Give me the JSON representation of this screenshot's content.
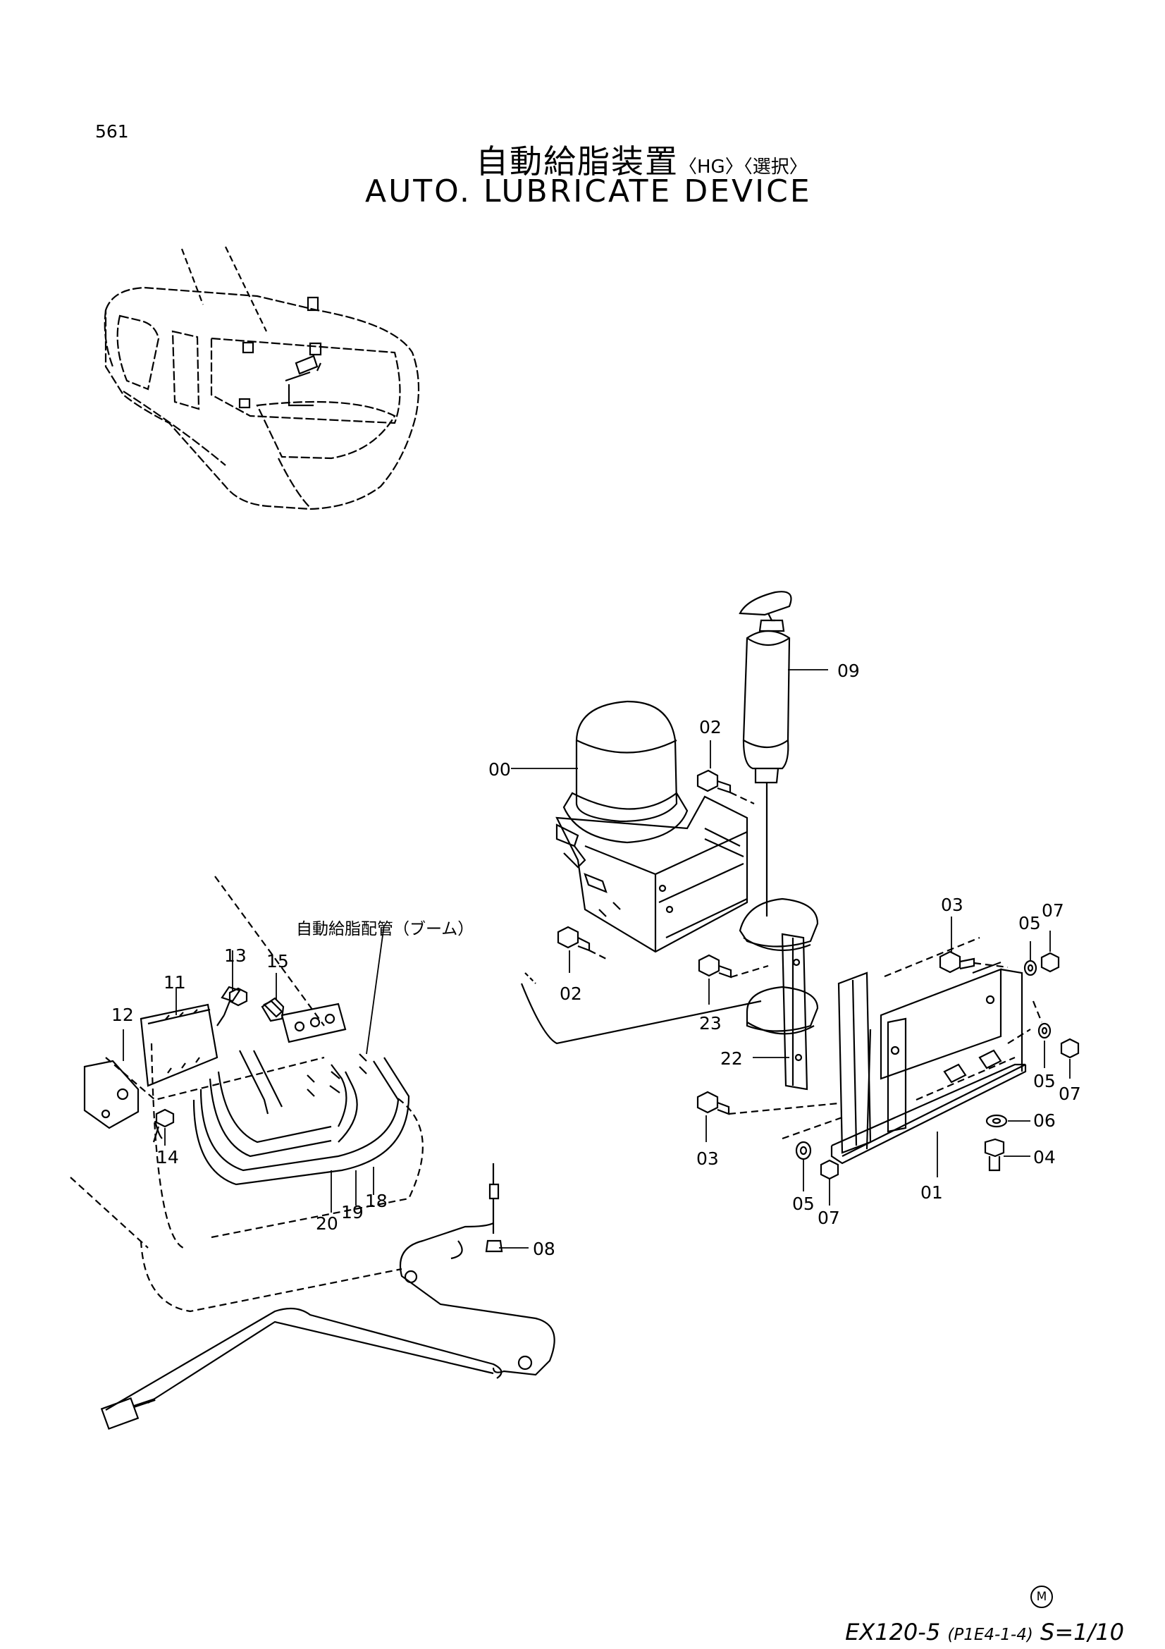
{
  "header": {
    "page_number": "561",
    "title_ja": "自動給脂装置",
    "title_ja_tags": "〈HG〉〈選択〉",
    "title_en": "AUTO. LUBRICATE DEVICE"
  },
  "callouts": {
    "p00": "00",
    "p01": "01",
    "p02a": "02",
    "p02b": "02",
    "p03a": "03",
    "p03b": "03",
    "p04": "04",
    "p05a": "05",
    "p05b": "05",
    "p05c": "05",
    "p06": "06",
    "p07a": "07",
    "p07b": "07",
    "p07c": "07",
    "p08": "08",
    "p09": "09",
    "p11": "11",
    "p12": "12",
    "p13": "13",
    "p14": "14",
    "p15": "15",
    "p18": "18",
    "p19": "19",
    "p20": "20",
    "p22": "22",
    "p23": "23"
  },
  "annotation_ja": "自動給脂配管（ブーム）",
  "footer": {
    "mark": "M",
    "model": "EX120-5",
    "code": "(P1E4-1-4)",
    "scale": "S=1/10"
  }
}
